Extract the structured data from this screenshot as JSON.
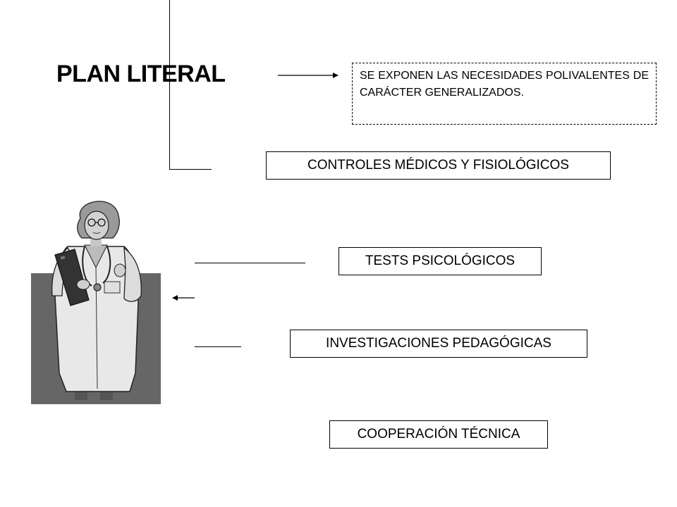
{
  "title": "PLAN LITERAL",
  "description": "SE EXPONEN LAS NECESIDADES POLIVALENTES DE CARÁCTER GENERALIZADOS.",
  "items": [
    "CONTROLES MÉDICOS Y FISIOLÓGICOS",
    "TESTS PSICOLÓGICOS",
    "INVESTIGACIONES PEDAGÓGICAS",
    "COOPERACIÓN TÉCNICA"
  ],
  "illustration": "doctor-clipart",
  "colors": {
    "backdrop": "#666666",
    "coat": "#e6e6e6"
  }
}
